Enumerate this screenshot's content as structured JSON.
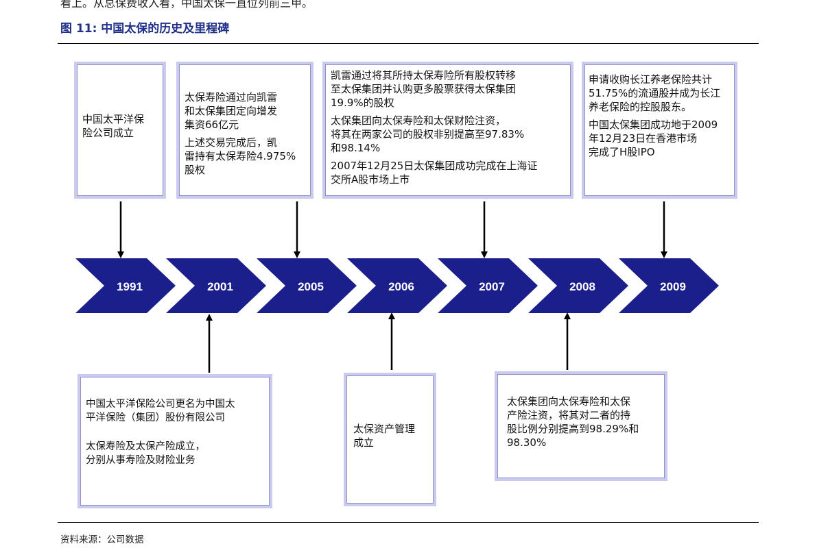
{
  "page": {
    "top_cut_text": "看上。从总保费收入看，中国太保一直位列前三甲。",
    "figure_title": "图 11: 中国太保的历史及里程碑",
    "source_note": "资料来源：公司数据"
  },
  "timeline": {
    "colors": {
      "arrow": "#1b1f8c",
      "box_border": "#c9caee",
      "title": "#1f2f8a"
    },
    "years": [
      "1991",
      "2001",
      "2005",
      "2006",
      "2007",
      "2008",
      "2009"
    ]
  },
  "events_top": [
    {
      "year": "1991",
      "paragraphs": [
        "中国太平洋保\n险公司成立"
      ]
    },
    {
      "year": "2005",
      "paragraphs": [
        "太保寿险通过向凯雷\n和太保集团定向增发\n集资66亿元",
        "上述交易完成后，凯\n雷持有太保寿险4.975%\n股权"
      ]
    },
    {
      "year": "2007",
      "paragraphs": [
        "凯雷通过将其所持太保寿险所有股权转移\n至太保集团并认购更多股票获得太保集团\n19.9%的股权",
        "太保集团向太保寿险和太保财险注资，\n将其在两家公司的股权非别提高至97.83%\n和98.14%",
        "2007年12月25日太保集团成功完成在上海证\n交所A股市场上市"
      ]
    },
    {
      "year": "2009",
      "paragraphs": [
        "申请收购长江养老保险共计\n51.75%的流通股并成为长江\n养老保险的控股股东。",
        "中国太保集团成功地于2009\n年12月23日在香港市场\n完成了H股IPO"
      ]
    }
  ],
  "events_bottom": [
    {
      "year": "2001",
      "paragraphs": [
        "中国太平洋保险公司更名为中国太\n平洋保险（集团）股份有限公司",
        "太保寿险及太保产险成立，\n分别从事寿险及财险业务"
      ]
    },
    {
      "year": "2006",
      "paragraphs": [
        "太保资产管理\n成立"
      ]
    },
    {
      "year": "2008",
      "paragraphs": [
        "太保集团向太保寿险和太保\n产险注资，将其对二者的持\n股比例分别提高到98.29%和\n98.30%"
      ]
    }
  ]
}
